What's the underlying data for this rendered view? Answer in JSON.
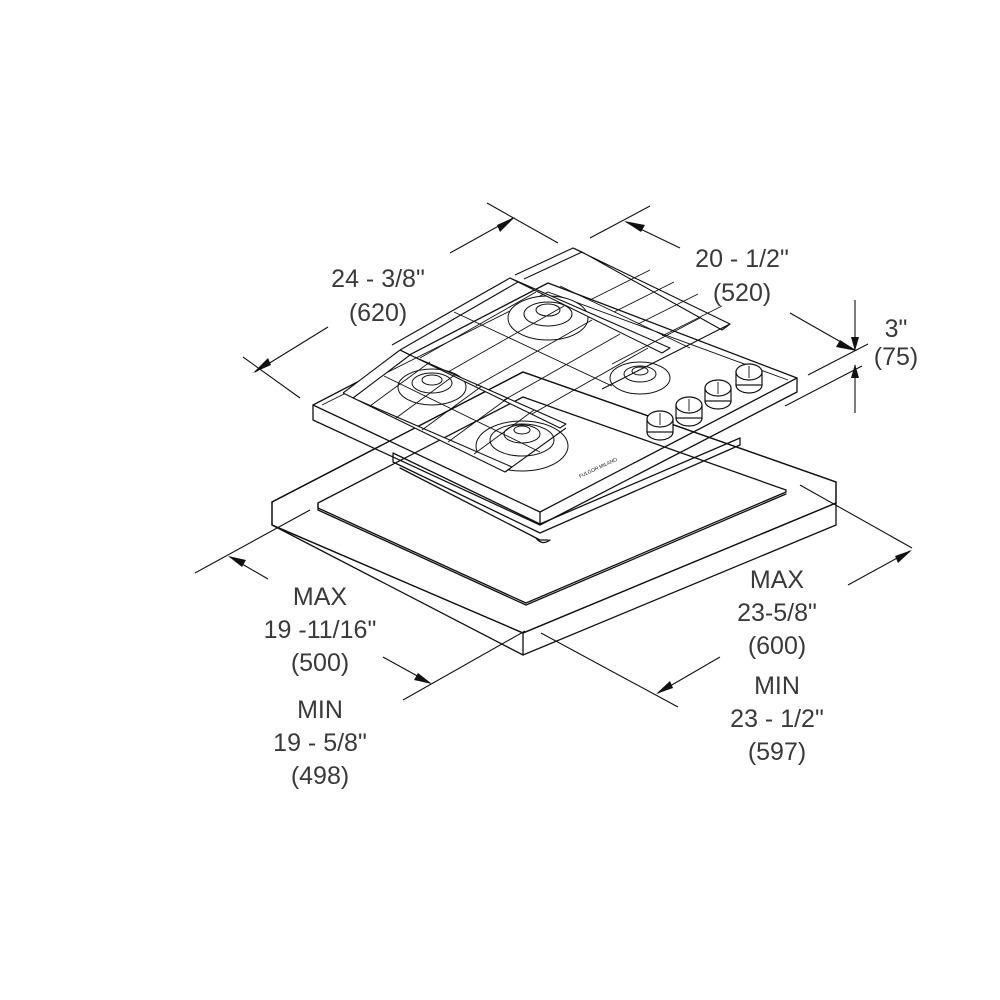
{
  "dimensions": {
    "width": {
      "imperial": "24 - 3/8\"",
      "metric": "(620)"
    },
    "depth": {
      "imperial": "20 - 1/2\"",
      "metric": "(520)"
    },
    "height": {
      "imperial": "3\"",
      "metric": "(75)"
    },
    "cutout_depth": {
      "max_label": "MAX",
      "max_imperial": "19 -11/16\"",
      "max_metric": "(500)",
      "min_label": "MIN",
      "min_imperial": "19 - 5/8\"",
      "min_metric": "(498)"
    },
    "cutout_width": {
      "max_label": "MAX",
      "max_imperial": "23-5/8\"",
      "max_metric": "(600)",
      "min_label": "MIN",
      "min_imperial": "23 - 1/2\"",
      "min_metric": "(597)"
    }
  },
  "product": {
    "brand_mark": "FULGOR MILANO",
    "knob_count": 4,
    "burner_count": 4
  }
}
